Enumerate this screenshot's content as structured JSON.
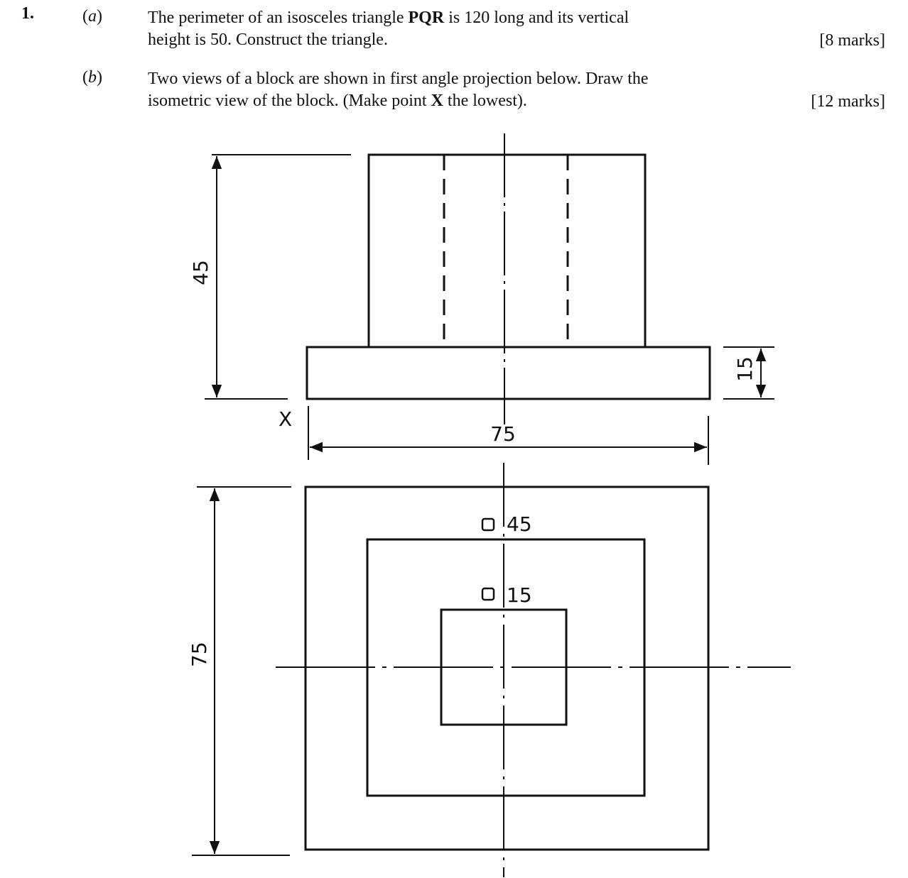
{
  "question": {
    "number": "1."
  },
  "part_a": {
    "label": "a",
    "line1_pre": "The perimeter of an isosceles triangle ",
    "line1_bold": "PQR",
    "line1_post": " is 120 long and its vertical",
    "line2": "height is 50.  Construct the triangle.",
    "marks": "[8 marks]"
  },
  "part_b": {
    "label": "b",
    "line1": "Two views of a block are shown in first angle projection below.  Draw the",
    "line2_pre": "isometric view of the block.  (Make point ",
    "line2_bold": "X",
    "line2_post": " the lowest).",
    "marks": "[12 marks]"
  },
  "drawing": {
    "dim_height_total": "45",
    "dim_base_height": "15",
    "dim_width": "75",
    "dim_depth": "75",
    "point_label": "X",
    "square_outer_label": "45",
    "square_inner_label": "15",
    "line_color": "#111111"
  }
}
